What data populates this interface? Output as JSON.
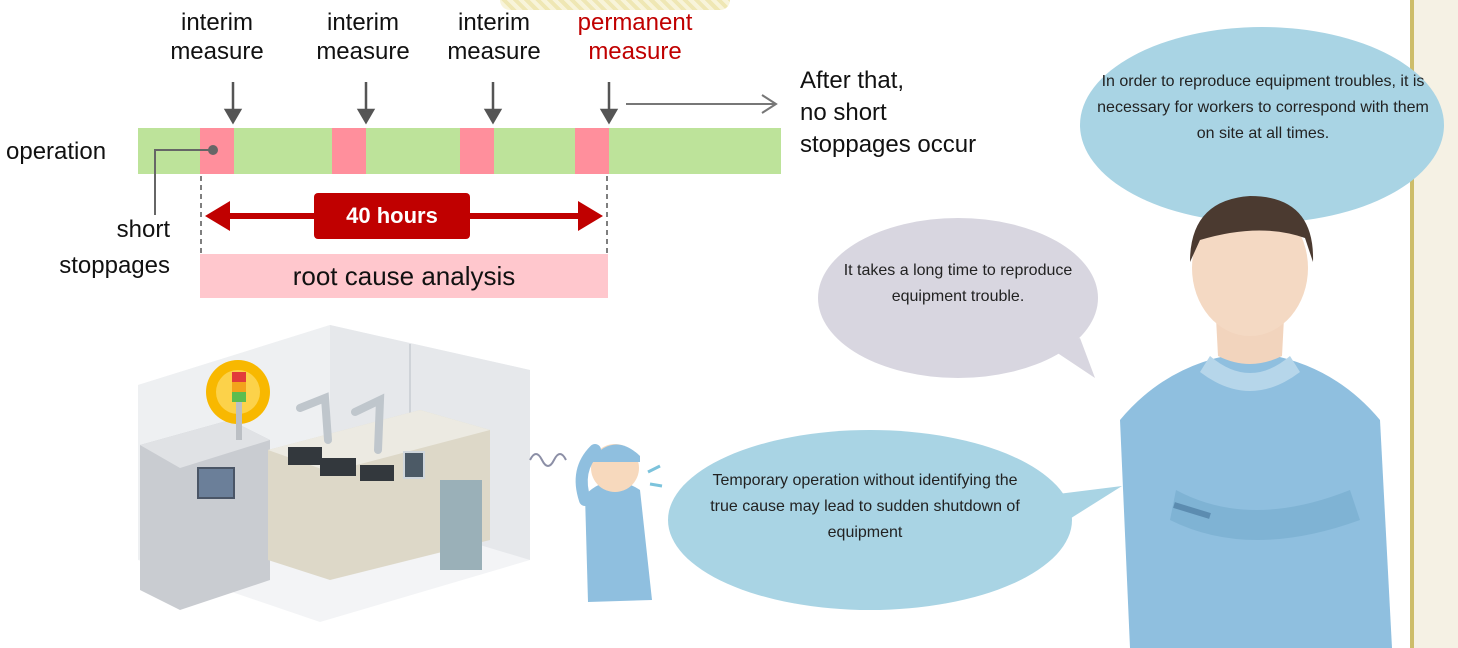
{
  "timeline": {
    "operation_label": "operation",
    "short_stoppages_label": [
      "short",
      "stoppages"
    ],
    "measures": [
      {
        "line1": "interim",
        "line2": "measure",
        "kind": "interim"
      },
      {
        "line1": "interim",
        "line2": "measure",
        "kind": "interim"
      },
      {
        "line1": "interim",
        "line2": "measure",
        "kind": "interim"
      },
      {
        "line1": "permanent",
        "line2": "measure",
        "kind": "permanent"
      }
    ],
    "after_text": [
      "After that,",
      "no short",
      "stoppages occur"
    ],
    "duration_label": "40 hours",
    "analysis_label": "root cause analysis"
  },
  "bubbles": {
    "workers_onsite": "In order to reproduce equipment troubles, it is necessary for workers to correspond with them on site at all times.",
    "long_time": "It takes a long time to reproduce equipment trouble.",
    "temporary_operation": "Temporary operation without identifying the true cause may lead to sudden shutdown of equipment"
  },
  "colors": {
    "operation_bar": "#bde39a",
    "stoppage": "#ff8f9c",
    "analysis_fill": "#ffc7cd",
    "accent_red": "#c00000",
    "bubble_blue": "#a9d4e4",
    "bubble_gray": "#d8d6e0",
    "shirt_blue": "#8fbfdf"
  },
  "icons": [
    "warning-light-icon",
    "robot-arm-icon",
    "control-panel-icon"
  ]
}
